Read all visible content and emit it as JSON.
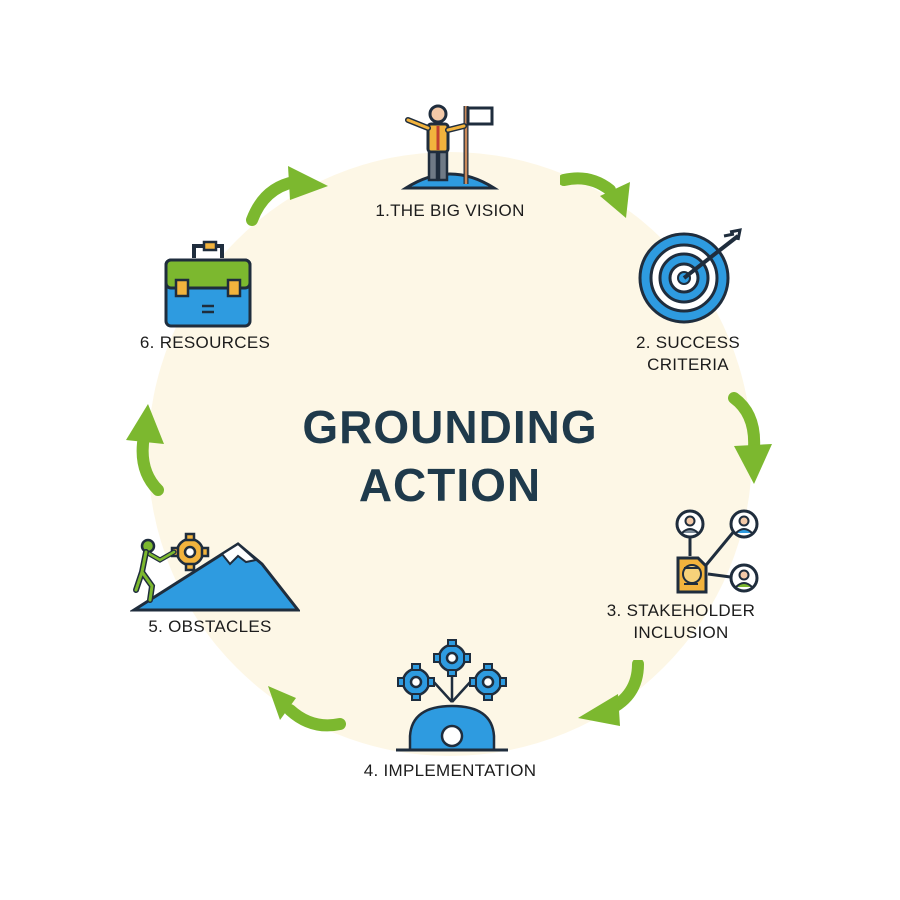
{
  "title": {
    "line1": "GROUNDING",
    "line2": "ACTION"
  },
  "steps": [
    {
      "label": "1.THE BIG VISION",
      "icon": "flag-bearer-icon"
    },
    {
      "label_line1": "2. SUCCESS",
      "label_line2": "CRITERIA",
      "icon": "target-icon"
    },
    {
      "label_line1": "3. STAKEHOLDER",
      "label_line2": "INCLUSION",
      "icon": "stakeholder-network-icon"
    },
    {
      "label": "4. IMPLEMENTATION",
      "icon": "gears-icon"
    },
    {
      "label": "5. OBSTACLES",
      "icon": "climber-mountain-icon"
    },
    {
      "label": "6. RESOURCES",
      "icon": "briefcase-icon"
    }
  ],
  "colors": {
    "arrow_green": "#7cb82f",
    "circle_fill": "#fdf7e6",
    "title_color": "#1f3a4b",
    "icon_blue": "#2e9be0",
    "icon_yellow": "#f2b33d"
  }
}
